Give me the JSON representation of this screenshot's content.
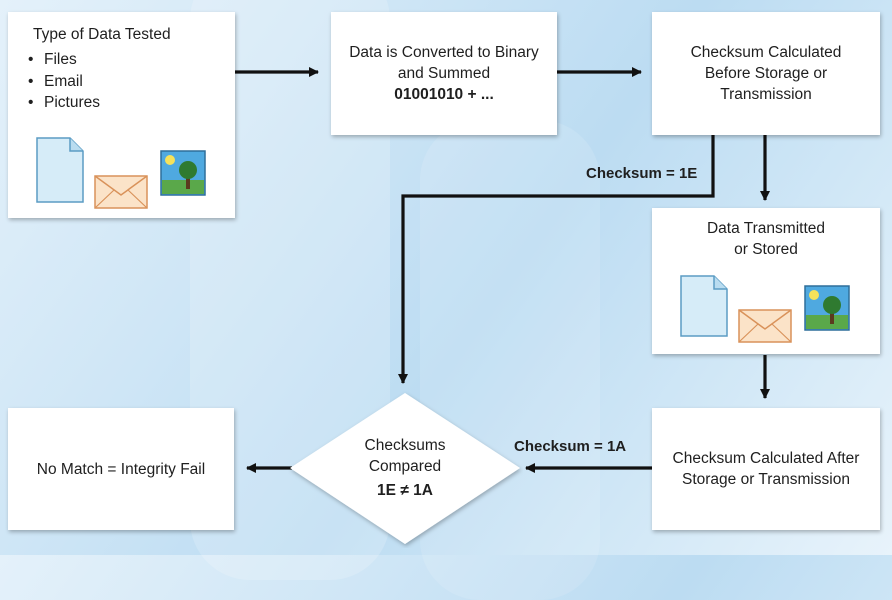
{
  "nodes": {
    "data_types": {
      "title": "Type of Data Tested",
      "items": [
        "Files",
        "Email",
        "Pictures"
      ]
    },
    "convert": {
      "line1": "Data is Converted to Binary",
      "line2": "and Summed",
      "value": "01001010 + ..."
    },
    "checksum_before": {
      "line1": "Checksum Calculated",
      "line2": "Before Storage or",
      "line3": "Transmission"
    },
    "transmitted": {
      "line1": "Data Transmitted",
      "line2": "or Stored"
    },
    "checksum_after": {
      "line1": "Checksum Calculated After",
      "line2": "Storage or Transmission"
    },
    "compare": {
      "line1": "Checksums",
      "line2": "Compared",
      "value": "1E ≠ 1A"
    },
    "result": {
      "text": "No Match = Integrity Fail"
    }
  },
  "edges": {
    "checksum_before_label": "Checksum = 1E",
    "checksum_after_label": "Checksum = 1A"
  },
  "icons": [
    "file-icon",
    "email-envelope-icon",
    "picture-icon"
  ],
  "colors": {
    "background": "#cfe6f6",
    "box": "#ffffff",
    "arrow": "#111111",
    "file": "#d6ecf8",
    "envelope": "#fbe3c8",
    "picture_sky": "#4fa9e0",
    "picture_grass": "#5aa84a"
  }
}
